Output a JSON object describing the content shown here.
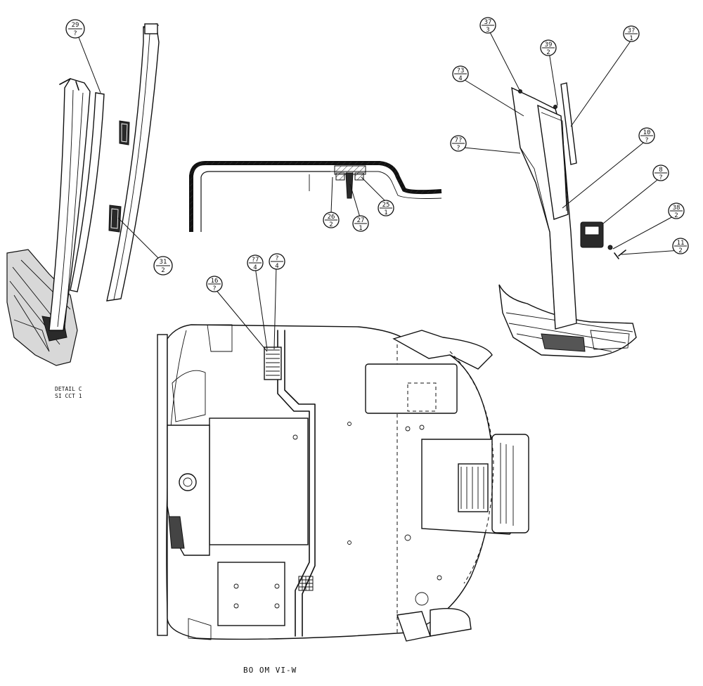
{
  "labels": {
    "detail_line1": "DETAIL C",
    "detail_line2": "SI CCT 1",
    "view_title": "BO OM VI-W"
  },
  "balloons": [
    {
      "item": "29",
      "qty": "?"
    },
    {
      "item": "31",
      "qty": "2"
    },
    {
      "item": "26",
      "qty": "2"
    },
    {
      "item": "27",
      "qty": "1"
    },
    {
      "item": "25",
      "qty": "1"
    },
    {
      "item": "16",
      "qty": "?"
    },
    {
      "item": "?7",
      "qty": "4"
    },
    {
      "item": "?",
      "qty": "4"
    },
    {
      "item": "37",
      "qty": "3"
    },
    {
      "item": "39",
      "qty": "2"
    },
    {
      "item": "3?",
      "qty": "1"
    },
    {
      "item": "?3",
      "qty": "4"
    },
    {
      "item": "7?",
      "qty": "?"
    },
    {
      "item": "10",
      "qty": "?"
    },
    {
      "item": "8",
      "qty": "?"
    },
    {
      "item": "38",
      "qty": "2"
    },
    {
      "item": "11",
      "qty": "2"
    }
  ]
}
